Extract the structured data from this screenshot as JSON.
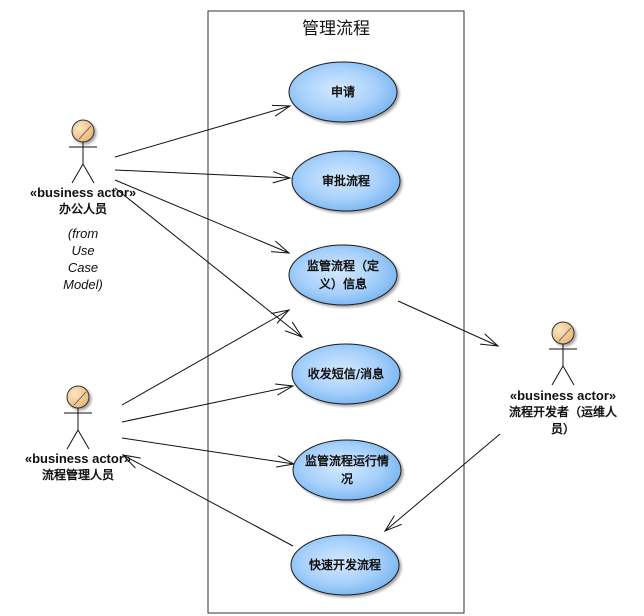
{
  "diagram": {
    "type": "uml-use-case",
    "boundary": {
      "title": "管理流程"
    },
    "use_cases": [
      {
        "id": "uc1",
        "lines": [
          "申请"
        ]
      },
      {
        "id": "uc2",
        "lines": [
          "审批流程"
        ]
      },
      {
        "id": "uc3",
        "lines": [
          "监管流程（定",
          "义）信息"
        ]
      },
      {
        "id": "uc4",
        "lines": [
          "收发短信/消息"
        ]
      },
      {
        "id": "uc5",
        "lines": [
          "监管流程运行情",
          "况"
        ]
      },
      {
        "id": "uc6",
        "lines": [
          "快速开发流程"
        ]
      }
    ],
    "actors": [
      {
        "id": "a1",
        "stereotype": "«business actor»",
        "name_lines": [
          "办公人员"
        ],
        "note_lines": [
          "(from",
          "Use",
          "Case",
          "Model)"
        ]
      },
      {
        "id": "a2",
        "stereotype": "«business actor»",
        "name_lines": [
          "流程管理人员"
        ],
        "note_lines": []
      },
      {
        "id": "a3",
        "stereotype": "«business actor»",
        "name_lines": [
          "流程开发者（运维人",
          "员）"
        ],
        "note_lines": []
      }
    ],
    "associations": [
      {
        "from": "a1",
        "to": "uc1"
      },
      {
        "from": "a1",
        "to": "uc2"
      },
      {
        "from": "a1",
        "to": "uc3"
      },
      {
        "from": "a1",
        "to": "uc4"
      },
      {
        "from": "a2",
        "to": "uc3"
      },
      {
        "from": "a2",
        "to": "uc4"
      },
      {
        "from": "a2",
        "to": "uc5"
      },
      {
        "from": "uc6",
        "to": "a2"
      },
      {
        "from": "uc3",
        "to": "a3"
      },
      {
        "from": "a3",
        "to": "uc6"
      }
    ],
    "colors": {
      "usecase_fill_light": "#cfe6ff",
      "usecase_fill_dark": "#6fb2f0",
      "actor_head": "#f3c98f",
      "line": "#111111"
    }
  }
}
